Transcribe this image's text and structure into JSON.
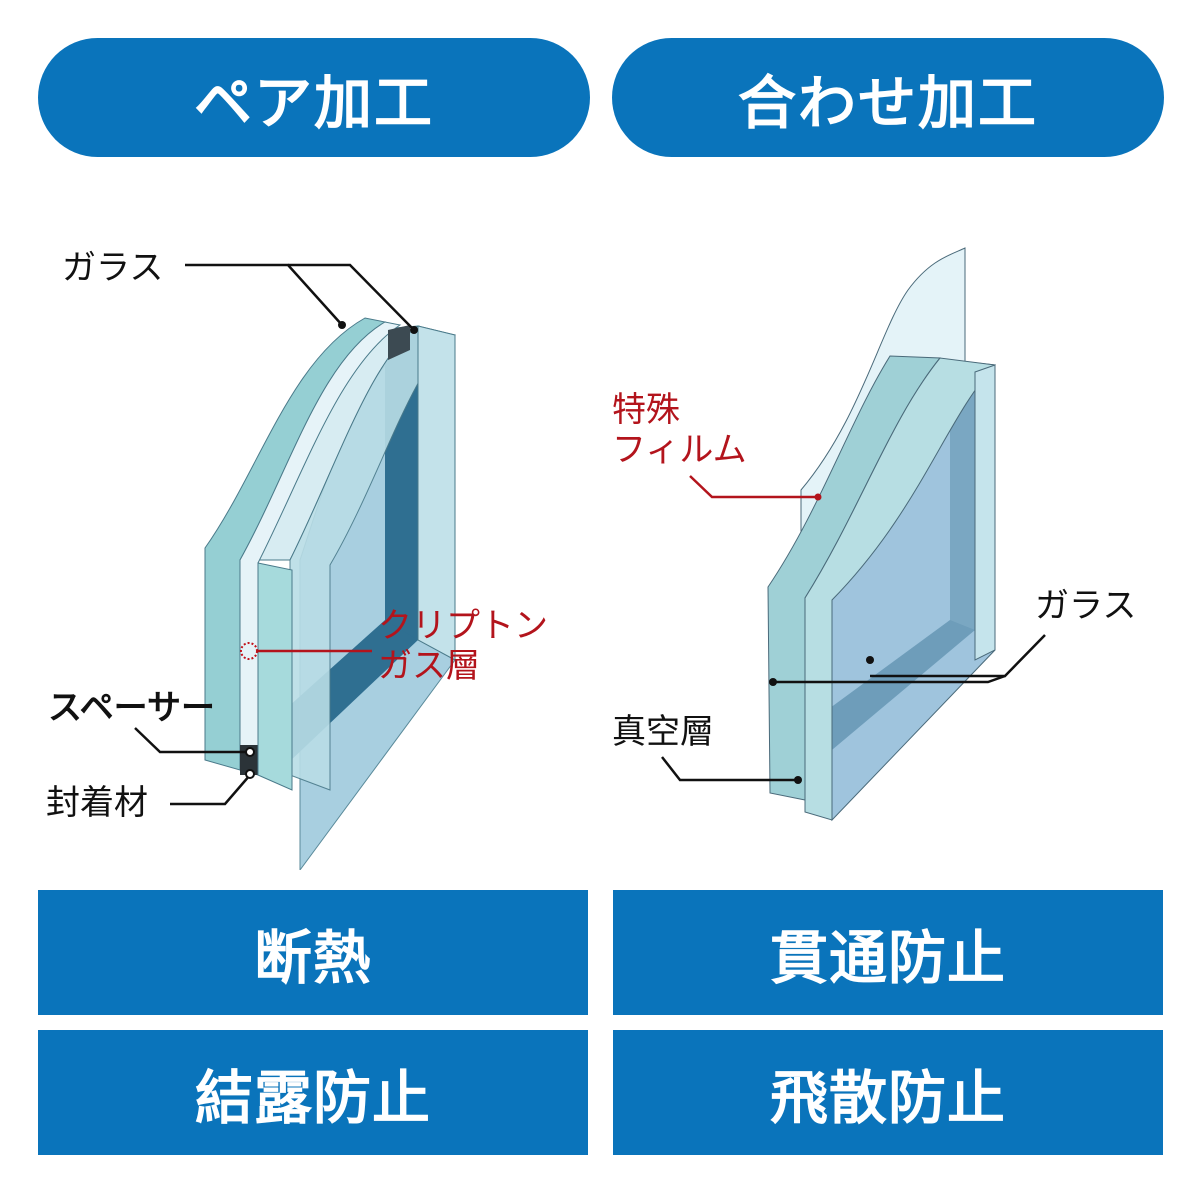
{
  "headers": {
    "left": "ペア加工",
    "right": "合わせ加工"
  },
  "left_diagram": {
    "labels": {
      "glass": "ガラス",
      "krypton_line1": "クリプトン",
      "krypton_line2": "ガス層",
      "spacer": "スペーサー",
      "sealant": "封着材"
    }
  },
  "right_diagram": {
    "labels": {
      "film_line1": "特殊",
      "film_line2": "フィルム",
      "glass": "ガラス",
      "vacuum": "真空層"
    }
  },
  "features": {
    "left": [
      "断熱",
      "結露防止"
    ],
    "right": [
      "貫通防止",
      "飛散防止"
    ]
  },
  "colors": {
    "brand_blue": "#0a74bb",
    "annotation_red": "#b3141c",
    "glass_light": "#bfe0e8",
    "glass_edge": "#8ec9cc",
    "glass_dark": "#2f6f91"
  }
}
